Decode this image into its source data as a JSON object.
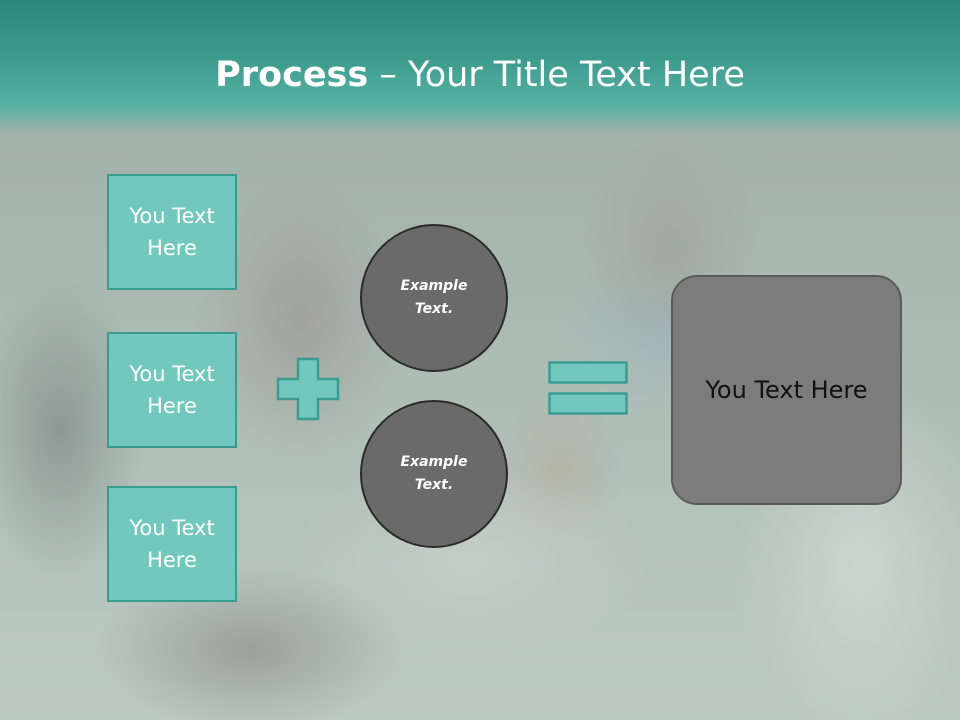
{
  "title": {
    "bold": "Process",
    "rest": " – Your Title Text Here"
  },
  "left_boxes": [
    {
      "label": "You Text Here"
    },
    {
      "label": "You Text Here"
    },
    {
      "label": "You Text Here"
    }
  ],
  "circles": [
    {
      "label": "Example Text."
    },
    {
      "label": "Example Text."
    }
  ],
  "result_box": {
    "label": "You Text Here"
  },
  "colors": {
    "title_bar": "#3d9c8e",
    "teal_box": "#72c8bd",
    "teal_border": "#3a9c90",
    "circle_fill": "#6a6a6a",
    "result_fill": "#7c7c7c",
    "title_text": "#ffffff"
  },
  "icons": {
    "plus": "plus-icon",
    "equals": "equals-icon"
  }
}
